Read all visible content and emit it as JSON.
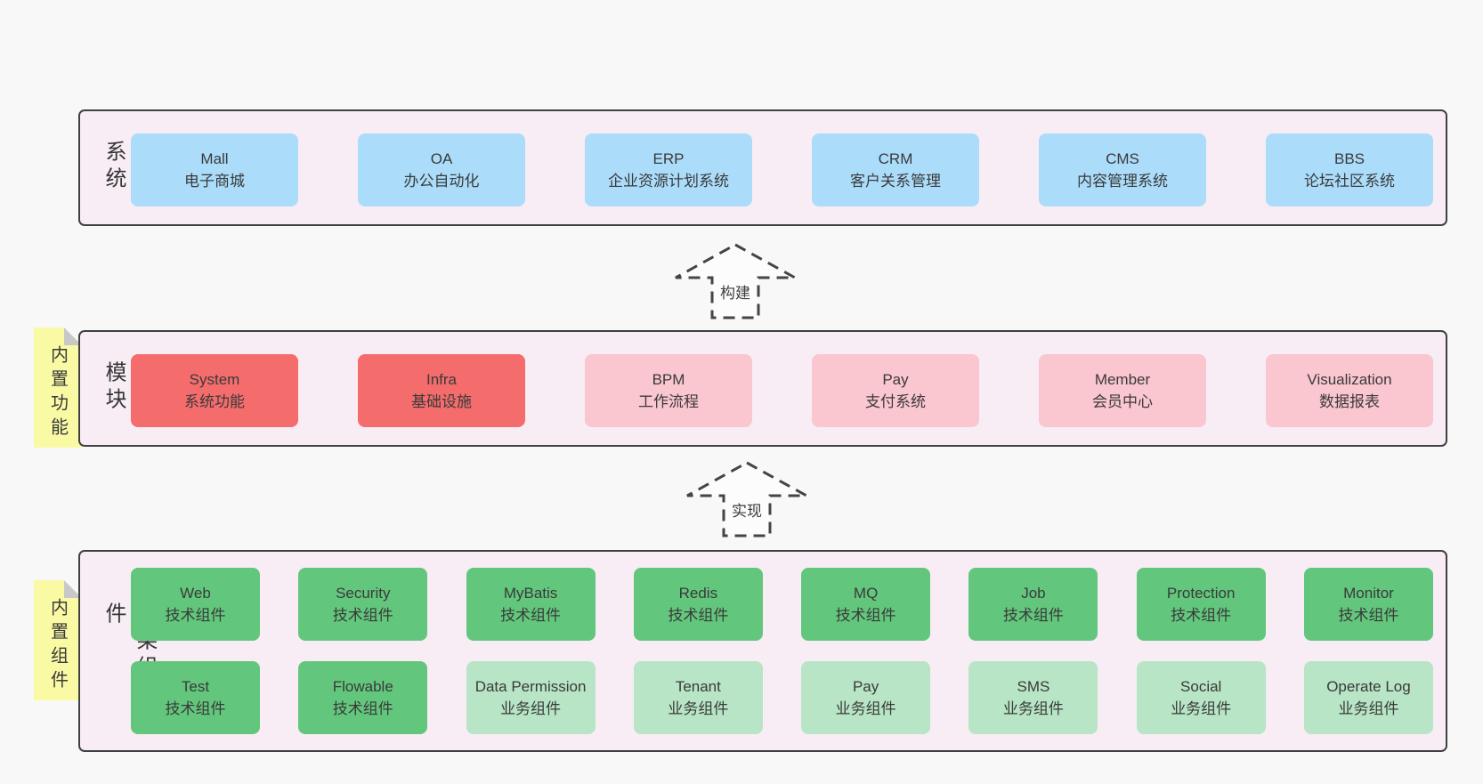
{
  "colors": {
    "page_bg": "#f8f8f8",
    "band_bg": "#f8edf5",
    "band_border": "#404040",
    "box_blue": "#abdcfa",
    "box_red": "#f56c6c",
    "box_pink": "#fac6d0",
    "box_green": "#62c77c",
    "box_green_light": "#b7e5c5",
    "note_yellow": "#fafaa4",
    "note_fold_gray": "#c8c8c8",
    "text": "#3a3a3a"
  },
  "arrows": [
    {
      "label": "构建"
    },
    {
      "label": "实现"
    }
  ],
  "bands": [
    {
      "label": "业务系统",
      "note": null,
      "rows": [
        [
          {
            "name": "Mall",
            "desc": "电子商城",
            "type": "blue"
          },
          {
            "name": "OA",
            "desc": "办公自动化",
            "type": "blue"
          },
          {
            "name": "ERP",
            "desc": "企业资源计划系统",
            "type": "blue"
          },
          {
            "name": "CRM",
            "desc": "客户关系管理",
            "type": "blue"
          },
          {
            "name": "CMS",
            "desc": "内容管理系统",
            "type": "blue"
          },
          {
            "name": "BBS",
            "desc": "论坛社区系统",
            "type": "blue"
          }
        ]
      ]
    },
    {
      "label": "通用模块",
      "note": "内置功能",
      "rows": [
        [
          {
            "name": "System",
            "desc": "系统功能",
            "type": "red"
          },
          {
            "name": "Infra",
            "desc": "基础设施",
            "type": "red"
          },
          {
            "name": "BPM",
            "desc": "工作流程",
            "type": "pink"
          },
          {
            "name": "Pay",
            "desc": "支付系统",
            "type": "pink"
          },
          {
            "name": "Member",
            "desc": "会员中心",
            "type": "pink"
          },
          {
            "name": "Visualization",
            "desc": "数据报表",
            "type": "pink"
          }
        ]
      ]
    },
    {
      "label": "框架组件",
      "note": "内置组件",
      "rows": [
        [
          {
            "name": "Web",
            "desc": "技术组件",
            "type": "green"
          },
          {
            "name": "Security",
            "desc": "技术组件",
            "type": "green"
          },
          {
            "name": "MyBatis",
            "desc": "技术组件",
            "type": "green"
          },
          {
            "name": "Redis",
            "desc": "技术组件",
            "type": "green"
          },
          {
            "name": "MQ",
            "desc": "技术组件",
            "type": "green"
          },
          {
            "name": "Job",
            "desc": "技术组件",
            "type": "green"
          },
          {
            "name": "Protection",
            "desc": "技术组件",
            "type": "green"
          },
          {
            "name": "Monitor",
            "desc": "技术组件",
            "type": "green"
          }
        ],
        [
          {
            "name": "Test",
            "desc": "技术组件",
            "type": "green"
          },
          {
            "name": "Flowable",
            "desc": "技术组件",
            "type": "green"
          },
          {
            "name": "Data Permission",
            "desc": "业务组件",
            "type": "green-light"
          },
          {
            "name": "Tenant",
            "desc": "业务组件",
            "type": "green-light"
          },
          {
            "name": "Pay",
            "desc": "业务组件",
            "type": "green-light"
          },
          {
            "name": "SMS",
            "desc": "业务组件",
            "type": "green-light"
          },
          {
            "name": "Social",
            "desc": "业务组件",
            "type": "green-light"
          },
          {
            "name": "Operate Log",
            "desc": "业务组件",
            "type": "green-light"
          }
        ]
      ]
    }
  ]
}
